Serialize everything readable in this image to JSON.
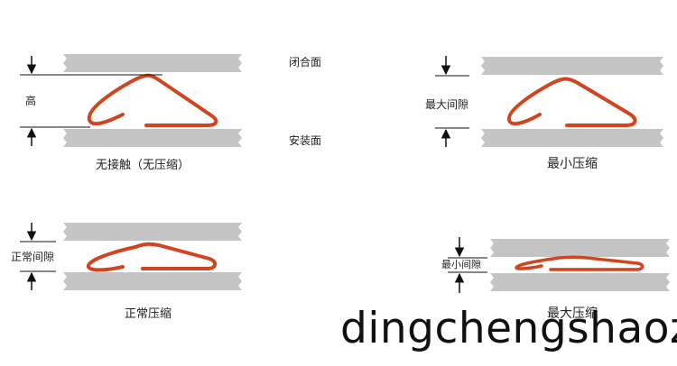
{
  "panels": {
    "no_contact": {
      "height_label": "高",
      "closing_surface_label": "闭合面",
      "mounting_surface_label": "安装面",
      "caption": "无接触（无压缩）"
    },
    "min_compression": {
      "gap_label": "最大间隙",
      "caption": "最小压缩"
    },
    "normal_compression": {
      "gap_label": "正常间隙",
      "caption": "正常压缩"
    },
    "max_compression": {
      "gap_label": "最小间隙",
      "caption": "最大压缩"
    }
  },
  "watermark": "dingchengshaoz",
  "colors": {
    "plate": "#c4c4c4",
    "spring": "#d2441f",
    "arrow": "#111111"
  }
}
